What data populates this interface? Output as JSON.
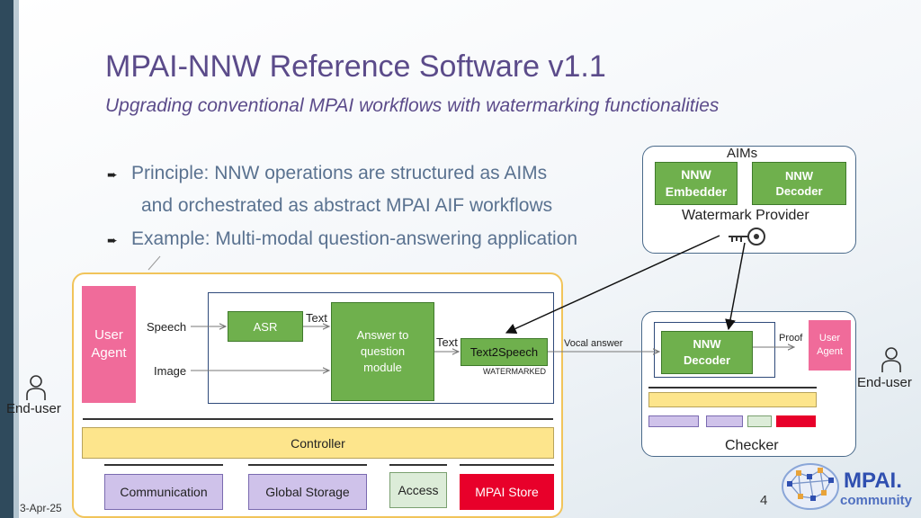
{
  "title": "MPAI-NNW Reference Software v1.1",
  "subtitle": "Upgrading conventional MPAI workflows with watermarking functionalities",
  "bullets": [
    "Principle: NNW operations are structured as AIMs",
    "and orchestrated as abstract MPAI AIF workflows",
    "Example: Multi-modal question-answering application"
  ],
  "aims_panel": {
    "label": "AIMs",
    "embedder": "NNW Embedder",
    "decoder": "NNW Decoder",
    "provider": "Watermark Provider"
  },
  "workflow": {
    "user_agent": "User Agent",
    "speech": "Speech",
    "image": "Image",
    "asr": "ASR",
    "text_a": "Text",
    "answer_module": "Answer to question module",
    "text_b": "Text",
    "text2speech": "Text2Speech",
    "watermarked": "WATERMARKED",
    "vocal_answer": "Vocal answer",
    "controller": "Controller",
    "communication": "Communication",
    "global_storage": "Global Storage",
    "access": "Access",
    "mpai_store": "MPAI Store"
  },
  "checker": {
    "decoder": "NNW Decoder",
    "proof": "Proof",
    "user_agent": "User Agent",
    "label": "Checker"
  },
  "end_user_left": "End-user",
  "end_user_right": "End-user",
  "footer": {
    "date": "3-Apr-25",
    "page": "4",
    "logo_main": "MPAI.",
    "logo_sub": "community"
  },
  "colors": {
    "accent": "#5b4b8a",
    "green": "#6fb04d",
    "pink": "#f06b9a",
    "yellow": "#fde58c",
    "red": "#e8002a",
    "logo": "#2f4fb0"
  }
}
